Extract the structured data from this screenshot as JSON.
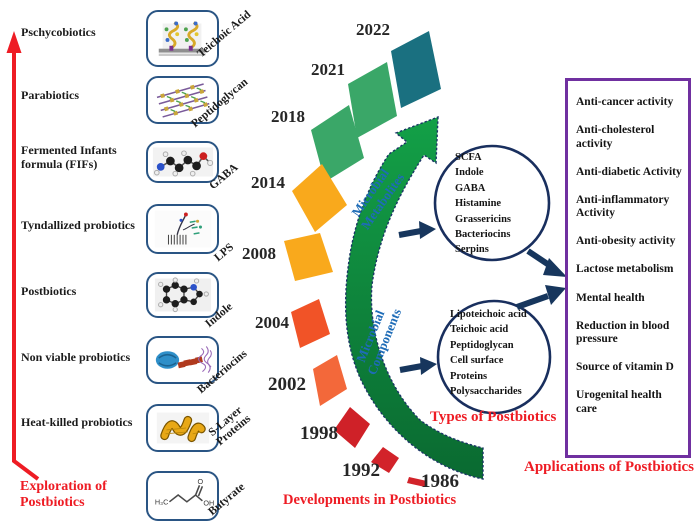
{
  "colors": {
    "red_accent": "#ee1c24",
    "blue_label": "#1e6cb7",
    "navy_arrow": "#17365d",
    "purple_box_border": "#7030a0",
    "icon_card_border": "#2a5584",
    "swoosh_green_top": "#13a047",
    "swoosh_green_bottom": "#0a6a31"
  },
  "left_axis": {
    "caption": "Exploration of Postbiotics",
    "labels": [
      {
        "text": "Pschycobiotics"
      },
      {
        "text": "Parabiotics"
      },
      {
        "text": "Fermented Infants formula (FIFs)"
      },
      {
        "text": "Tyndallized probiotics"
      },
      {
        "text": "Postbiotics"
      },
      {
        "text": "Non viable probiotics"
      },
      {
        "text": "Heat-killed probiotics"
      }
    ]
  },
  "molecule_cards": [
    {
      "label": "Teichoic Acid",
      "icon": "teichoic-acid-icon"
    },
    {
      "label": "Peptidoglycan",
      "icon": "peptidoglycan-icon"
    },
    {
      "label": "GABA",
      "icon": "gaba-molecule-icon"
    },
    {
      "label": "LPS",
      "icon": "lps-molecule-icon"
    },
    {
      "label": "Indole",
      "icon": "indole-molecule-icon"
    },
    {
      "label": "Bacteriocins",
      "icon": "bacteriocins-icon"
    },
    {
      "label": "S-Layer Proteins",
      "icon": "s-layer-proteins-icon"
    },
    {
      "label": "Butyrate",
      "icon": "butyrate-structure-icon"
    }
  ],
  "timeline": {
    "caption": "Developments in Postbiotics",
    "years": [
      {
        "year": "2022",
        "color": "#1a7080"
      },
      {
        "year": "2021",
        "color": "#3aa768"
      },
      {
        "year": "2018",
        "color": "#3aa768"
      },
      {
        "year": "2014",
        "color": "#f9a91c"
      },
      {
        "year": "2008",
        "color": "#f9a91c"
      },
      {
        "year": "2004",
        "color": "#f15327"
      },
      {
        "year": "2002",
        "color": "#f3683a"
      },
      {
        "year": "1998",
        "color": "#cf2128"
      },
      {
        "year": "1992",
        "color": "#d2232a"
      },
      {
        "year": "1986",
        "color": "#d2232a"
      }
    ]
  },
  "types": {
    "caption": "Types of Postbiotics",
    "metabolites": {
      "label_line1": "Microbial",
      "label_line2": "Metabolites",
      "items": [
        "SCFA",
        "Indole",
        "GABA",
        "Histamine",
        "Grassericins",
        "Bacteriocins",
        "Serpins"
      ]
    },
    "components": {
      "label_line1": "Microbial",
      "label_line2": "Components",
      "items": [
        "Lipoteichoic acid",
        "Teichoic acid",
        "Peptidoglycan",
        "Cell surface",
        "Proteins",
        "Polysaccharides"
      ]
    }
  },
  "applications": {
    "caption": "Applications of Postbiotics",
    "items": [
      "Anti-cancer activity",
      "Anti-cholesterol activity",
      "Anti-diabetic Activity",
      "Anti-inflammatory Activity",
      "Anti-obesity activity",
      "Lactose metabolism",
      "Mental health",
      "Reduction in blood pressure",
      "Source of vitamin D",
      "Urogenital health care"
    ]
  }
}
